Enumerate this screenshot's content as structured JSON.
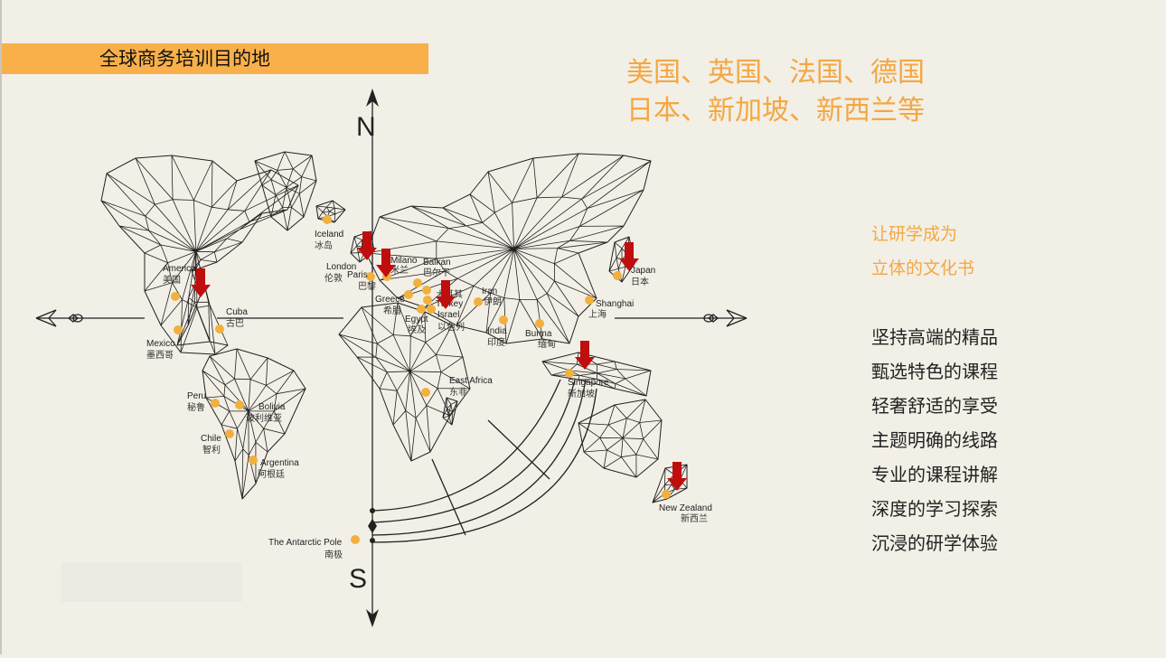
{
  "title": "全球商务培训目的地",
  "countries_line1": "美国、英国、法国、德国",
  "countries_line2": "日本、新加坡、新西兰等",
  "tagline": [
    "让研学成为",
    "立体的文化书"
  ],
  "features": [
    "坚持高端的精品",
    "甄选特色的课程",
    "轻奢舒适的享受",
    "主题明确的线路",
    "专业的课程讲解",
    "深度的学习探索",
    "沉浸的研学体验"
  ],
  "compass": {
    "north": "N",
    "south": "S"
  },
  "colors": {
    "accent": "#f9b04a",
    "text_accent": "#f4a742",
    "marker": "#f2b03d",
    "arrow": "#c00d0d",
    "line": "#222222",
    "background": "#f2efe6"
  },
  "places": [
    {
      "en": "Iceland",
      "zh": "冰岛"
    },
    {
      "en": "America",
      "zh": "美国"
    },
    {
      "en": "Cuba",
      "zh": "古巴"
    },
    {
      "en": "Mexico",
      "zh": "墨西哥"
    },
    {
      "en": "Peru",
      "zh": "秘鲁"
    },
    {
      "en": "Bolivia",
      "zh": "玻利维亚"
    },
    {
      "en": "Chile",
      "zh": "智利"
    },
    {
      "en": "Argentina",
      "zh": "阿根廷"
    },
    {
      "en": "London",
      "zh": "伦敦"
    },
    {
      "en": "Paris",
      "zh": "巴黎"
    },
    {
      "en": "Milano",
      "zh": "米兰"
    },
    {
      "en": "Balkan",
      "zh": "巴尔干"
    },
    {
      "en": "Greece",
      "zh": "希腊"
    },
    {
      "en": "Turkey",
      "zh": "土耳其"
    },
    {
      "en": "Egypt",
      "zh": "埃及"
    },
    {
      "en": "Israel",
      "zh": "以色列"
    },
    {
      "en": "Iran",
      "zh": "伊朗"
    },
    {
      "en": "India",
      "zh": "印度"
    },
    {
      "en": "Burma",
      "zh": "缅甸"
    },
    {
      "en": "Shanghai",
      "zh": "上海"
    },
    {
      "en": "Japan",
      "zh": "日本"
    },
    {
      "en": "Singapore",
      "zh": "新加坡"
    },
    {
      "en": "East Africa",
      "zh": "东非"
    },
    {
      "en": "New Zealand",
      "zh": "新西兰"
    },
    {
      "en": "The Antarctic Pole",
      "zh": "南极"
    }
  ]
}
